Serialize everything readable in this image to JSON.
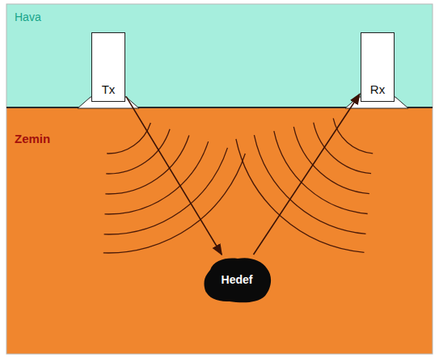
{
  "diagram": {
    "nodes": [
      {
        "text": [
          "Hava"
        ]
      },
      {
        "text": [
          "Tx"
        ],
        "in": 0
      },
      {
        "text": [
          "Rx"
        ],
        "in": 0
      },
      {
        "text": [
          "Zemin"
        ]
      },
      {
        "text": [
          "Hedef"
        ],
        "in": 3
      }
    ],
    "edges": [
      {
        "from": 1,
        "to": 4,
        "arrow": "to"
      },
      {
        "from": 4,
        "to": 2,
        "arrow": "to"
      }
    ]
  }
}
